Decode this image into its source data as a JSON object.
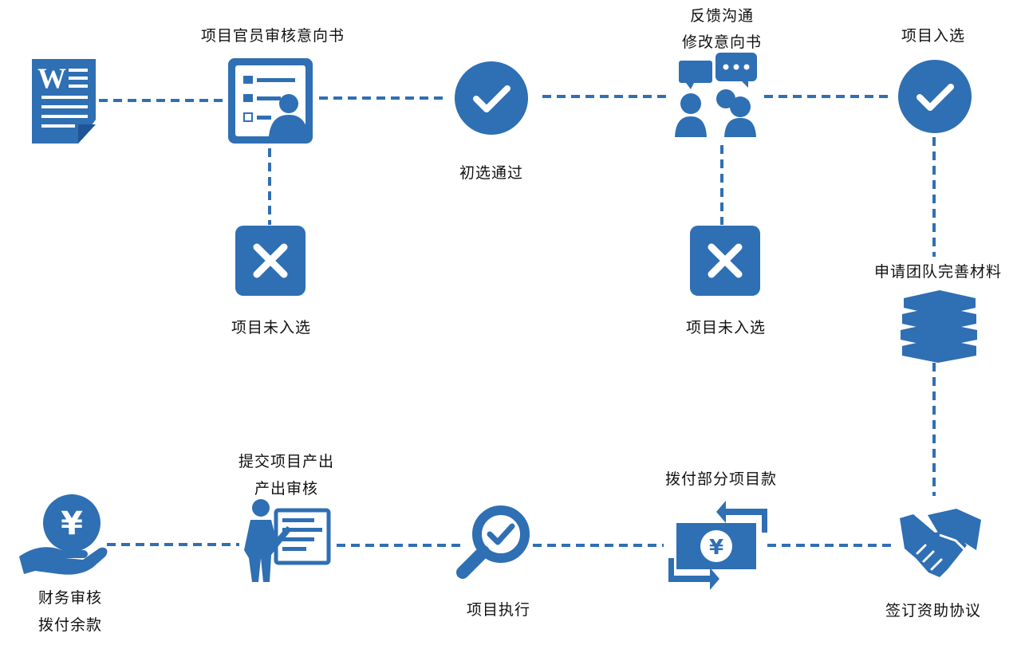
{
  "colors": {
    "primary": "#2f6fb3",
    "connector": "#2f6fb3",
    "text": "#111111",
    "icon_inner": "#ffffff"
  },
  "nodes": {
    "word_doc": {
      "icon": "word-document-icon"
    },
    "officer_review": {
      "icon": "checklist-person-icon",
      "label": "项目官员审核意向书"
    },
    "pass_initial": {
      "icon": "check-circle-icon",
      "label": "初选通过"
    },
    "feedback": {
      "icon": "team-chat-icon",
      "label_line1": "反馈沟通",
      "label_line2": "修改意向书"
    },
    "selected": {
      "icon": "check-circle-icon",
      "label": "项目入选"
    },
    "rejected_1": {
      "icon": "close-square-icon",
      "label": "项目未入选"
    },
    "rejected_2": {
      "icon": "close-square-icon",
      "label": "项目未入选"
    },
    "materials": {
      "icon": "stack-layers-icon",
      "label": "申请团队完善材料"
    },
    "agreement": {
      "icon": "handshake-icon",
      "label": "签订资助协议"
    },
    "partial_payment": {
      "icon": "yuan-banknote-icon",
      "label": "拨付部分项目款"
    },
    "execution": {
      "icon": "magnifier-check-icon",
      "label": "项目执行"
    },
    "output_review": {
      "icon": "presenter-board-icon",
      "label_line1": "提交项目产出",
      "label_line2": "产出审核"
    },
    "final_payment": {
      "icon": "hand-yuan-coin-icon",
      "label_line1": "财务审核",
      "label_line2": "拨付余款"
    }
  }
}
